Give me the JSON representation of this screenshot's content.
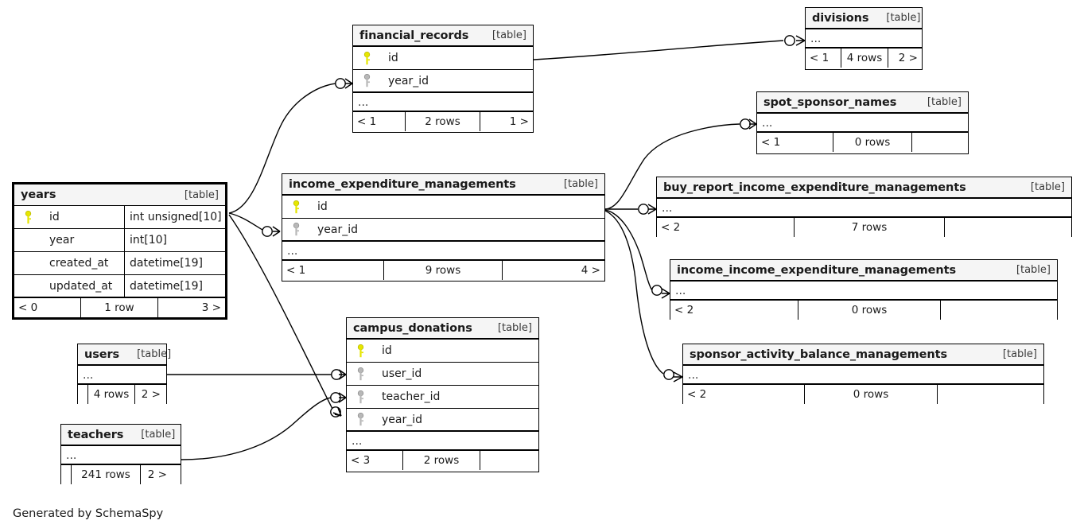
{
  "diagram": {
    "kind": "database-schema-erd",
    "generator_credit": "Generated by SchemaSpy",
    "table_tag": "[table]",
    "ellipsis": "...",
    "colors": {
      "primary_key_icon": "#e6e600",
      "foreign_key_icon": "#a0a0a0",
      "table_header_background": "#f5f5f5",
      "border": "#000000",
      "page_background": "#ffffff"
    }
  },
  "tables": {
    "years": {
      "name": "years",
      "tag": "[table]",
      "columns": [
        {
          "key": "primary",
          "name": "id",
          "type": "int unsigned[10]"
        },
        {
          "key": "none",
          "name": "year",
          "type": "int[10]"
        },
        {
          "key": "none",
          "name": "created_at",
          "type": "datetime[19]"
        },
        {
          "key": "none",
          "name": "updated_at",
          "type": "datetime[19]"
        }
      ],
      "footer": {
        "left": "< 0",
        "middle": "1 row",
        "right": "3 >"
      }
    },
    "financial_records": {
      "name": "financial_records",
      "tag": "[table]",
      "columns": [
        {
          "key": "primary",
          "name": "id",
          "type": ""
        },
        {
          "key": "foreign",
          "name": "year_id",
          "type": ""
        }
      ],
      "more": "...",
      "footer": {
        "left": "< 1",
        "middle": "2 rows",
        "right": "1 >"
      }
    },
    "divisions": {
      "name": "divisions",
      "tag": "[table]",
      "more": "...",
      "footer": {
        "left": "< 1",
        "middle": "4 rows",
        "right": "2 >"
      }
    },
    "spot_sponsor_names": {
      "name": "spot_sponsor_names",
      "tag": "[table]",
      "more": "...",
      "footer": {
        "left": "< 1",
        "middle": "0 rows",
        "right": ""
      }
    },
    "income_expenditure_managements": {
      "name": "income_expenditure_managements",
      "tag": "[table]",
      "columns": [
        {
          "key": "primary",
          "name": "id",
          "type": ""
        },
        {
          "key": "foreign",
          "name": "year_id",
          "type": ""
        }
      ],
      "more": "...",
      "footer": {
        "left": "< 1",
        "middle": "9 rows",
        "right": "4 >"
      }
    },
    "buy_report_income_expenditure_managements": {
      "name": "buy_report_income_expenditure_managements",
      "tag": "[table]",
      "more": "...",
      "footer": {
        "left": "< 2",
        "middle": "7 rows",
        "right": ""
      }
    },
    "income_income_expenditure_managements": {
      "name": "income_income_expenditure_managements",
      "tag": "[table]",
      "more": "...",
      "footer": {
        "left": "< 2",
        "middle": "0 rows",
        "right": ""
      }
    },
    "sponsor_activity_balance_managements": {
      "name": "sponsor_activity_balance_managements",
      "tag": "[table]",
      "more": "...",
      "footer": {
        "left": "< 2",
        "middle": "0 rows",
        "right": ""
      }
    },
    "campus_donations": {
      "name": "campus_donations",
      "tag": "[table]",
      "columns": [
        {
          "key": "primary",
          "name": "id",
          "type": ""
        },
        {
          "key": "foreign",
          "name": "user_id",
          "type": ""
        },
        {
          "key": "foreign",
          "name": "teacher_id",
          "type": ""
        },
        {
          "key": "foreign",
          "name": "year_id",
          "type": ""
        }
      ],
      "more": "...",
      "footer": {
        "left": "< 3",
        "middle": "2 rows",
        "right": ""
      }
    },
    "users": {
      "name": "users",
      "tag": "[table]",
      "more": "...",
      "footer": {
        "left": "",
        "middle": "4 rows",
        "right": "2 >"
      }
    },
    "teachers": {
      "name": "teachers",
      "tag": "[table]",
      "more": "...",
      "footer": {
        "left": "",
        "middle": "241 rows",
        "right": "2 >"
      }
    }
  },
  "relationships": [
    {
      "from": "years",
      "to": "financial_records",
      "on": "year_id"
    },
    {
      "from": "years",
      "to": "income_expenditure_managements",
      "on": "year_id"
    },
    {
      "from": "years",
      "to": "campus_donations",
      "on": "year_id"
    },
    {
      "from": "financial_records",
      "to": "divisions"
    },
    {
      "from": "income_expenditure_managements",
      "to": "spot_sponsor_names"
    },
    {
      "from": "income_expenditure_managements",
      "to": "buy_report_income_expenditure_managements"
    },
    {
      "from": "income_expenditure_managements",
      "to": "income_income_expenditure_managements"
    },
    {
      "from": "income_expenditure_managements",
      "to": "sponsor_activity_balance_managements"
    },
    {
      "from": "users",
      "to": "campus_donations",
      "on": "user_id"
    },
    {
      "from": "teachers",
      "to": "campus_donations",
      "on": "teacher_id"
    }
  ]
}
